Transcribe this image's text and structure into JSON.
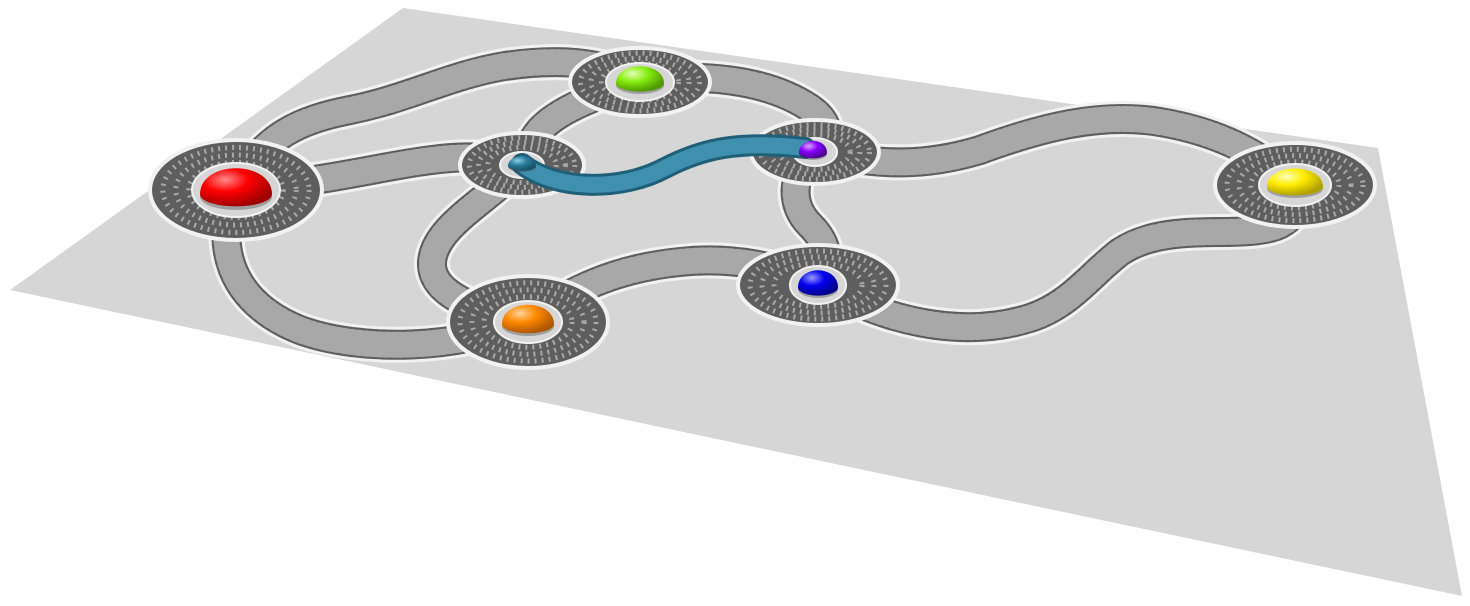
{
  "scene": {
    "board_color": "#d6d6d6",
    "track_color": "#5e5e5e",
    "track_edge_color": "#f2f2f2",
    "active_path_color": "#3f8fae"
  },
  "nodes": [
    {
      "id": "red",
      "color": "#ff0000"
    },
    {
      "id": "green",
      "color": "#88ee11"
    },
    {
      "id": "teal",
      "color": "#2b7f9e"
    },
    {
      "id": "purple",
      "color": "#8a00ff"
    },
    {
      "id": "yellow",
      "color": "#ffee00"
    },
    {
      "id": "orange",
      "color": "#ff8a00"
    },
    {
      "id": "blue",
      "color": "#0000ee"
    }
  ]
}
